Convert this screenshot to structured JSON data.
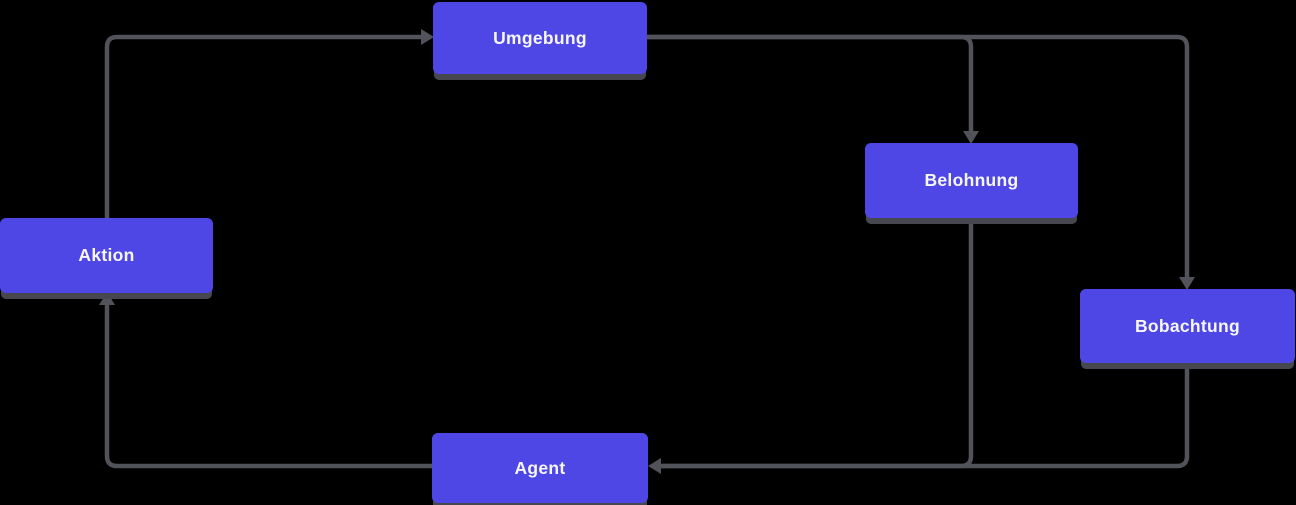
{
  "diagram": {
    "background": "#000000",
    "colors": {
      "node_fill": "#4e47e5",
      "node_text": "#f7f7fa",
      "connector": "#52525b",
      "node_shadow": "#47474f"
    },
    "nodes": [
      {
        "id": "umgebung",
        "label": "Umgebung"
      },
      {
        "id": "belohnung",
        "label": "Belohnung"
      },
      {
        "id": "aktion",
        "label": "Aktion"
      },
      {
        "id": "bobachtung",
        "label": "Bobachtung"
      },
      {
        "id": "agent",
        "label": "Agent"
      }
    ],
    "edges": [
      {
        "from": "agent",
        "to": "aktion"
      },
      {
        "from": "aktion",
        "to": "umgebung"
      },
      {
        "from": "umgebung",
        "to": "belohnung"
      },
      {
        "from": "umgebung",
        "to": "bobachtung"
      },
      {
        "from": "belohnung",
        "to": "agent"
      },
      {
        "from": "bobachtung",
        "to": "agent"
      }
    ]
  }
}
